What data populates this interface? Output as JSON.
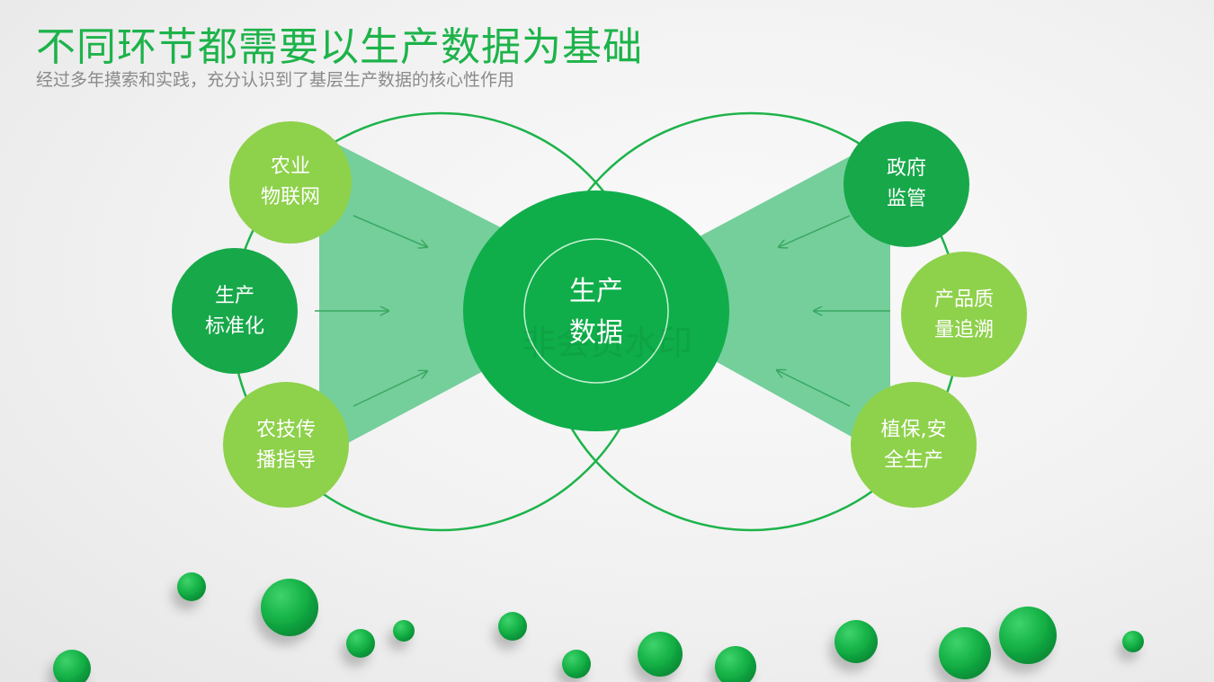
{
  "title": "不同环节都需要以生产数据为基础",
  "subtitle": "经过多年摸索和实践，充分认识到了基层生产数据的核心性作用",
  "center": {
    "label": "生产\n数据"
  },
  "watermark": "非会员水印",
  "nodes_left": [
    {
      "id": "agri-iot",
      "label": "农业\n物联网",
      "color": "#8ed14b"
    },
    {
      "id": "production-standard",
      "label": "生产\n标准化",
      "color": "#17a84a"
    },
    {
      "id": "agri-tech",
      "label": "农技传\n播指导",
      "color": "#8ed14b"
    }
  ],
  "nodes_right": [
    {
      "id": "gov-regulation",
      "label": "政府\n监管",
      "color": "#17a84a"
    },
    {
      "id": "quality-trace",
      "label": "产品质\n量追溯",
      "color": "#8ed14b"
    },
    {
      "id": "plant-protection",
      "label": "植保,安\n全生产",
      "color": "#8ed14b"
    }
  ],
  "colors": {
    "accent": "#1db34a",
    "center_fill": "#0fae4a",
    "wedge_fill": "#74cf9b",
    "ring_stroke": "#1db34a",
    "arrow_stroke": "#3aa760"
  }
}
